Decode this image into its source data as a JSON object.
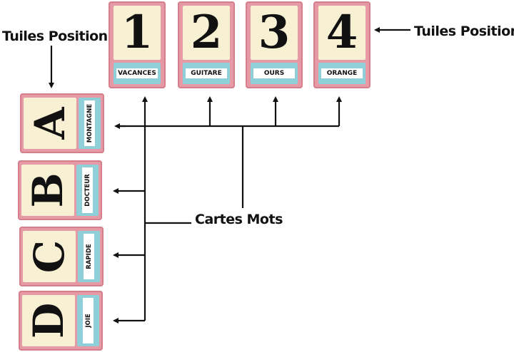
{
  "labels": {
    "position_left": "Tuiles Position",
    "position_right": "Tuiles Position",
    "cards": "Cartes Mots"
  },
  "top_tiles": [
    {
      "symbol": "1",
      "word": "VACANCES"
    },
    {
      "symbol": "2",
      "word": "GUITARE"
    },
    {
      "symbol": "3",
      "word": "OURS"
    },
    {
      "symbol": "4",
      "word": "ORANGE"
    }
  ],
  "left_tiles": [
    {
      "symbol": "A",
      "word": "MONTAGNE"
    },
    {
      "symbol": "B",
      "word": "DOCTEUR"
    },
    {
      "symbol": "C",
      "word": "RAPIDE"
    },
    {
      "symbol": "D",
      "word": "JOIE"
    }
  ],
  "colors": {
    "tile_border": "#e59aa5",
    "tile_face": "#f7f0d2",
    "card": "#8fd0d8",
    "arrow": "#111111"
  }
}
